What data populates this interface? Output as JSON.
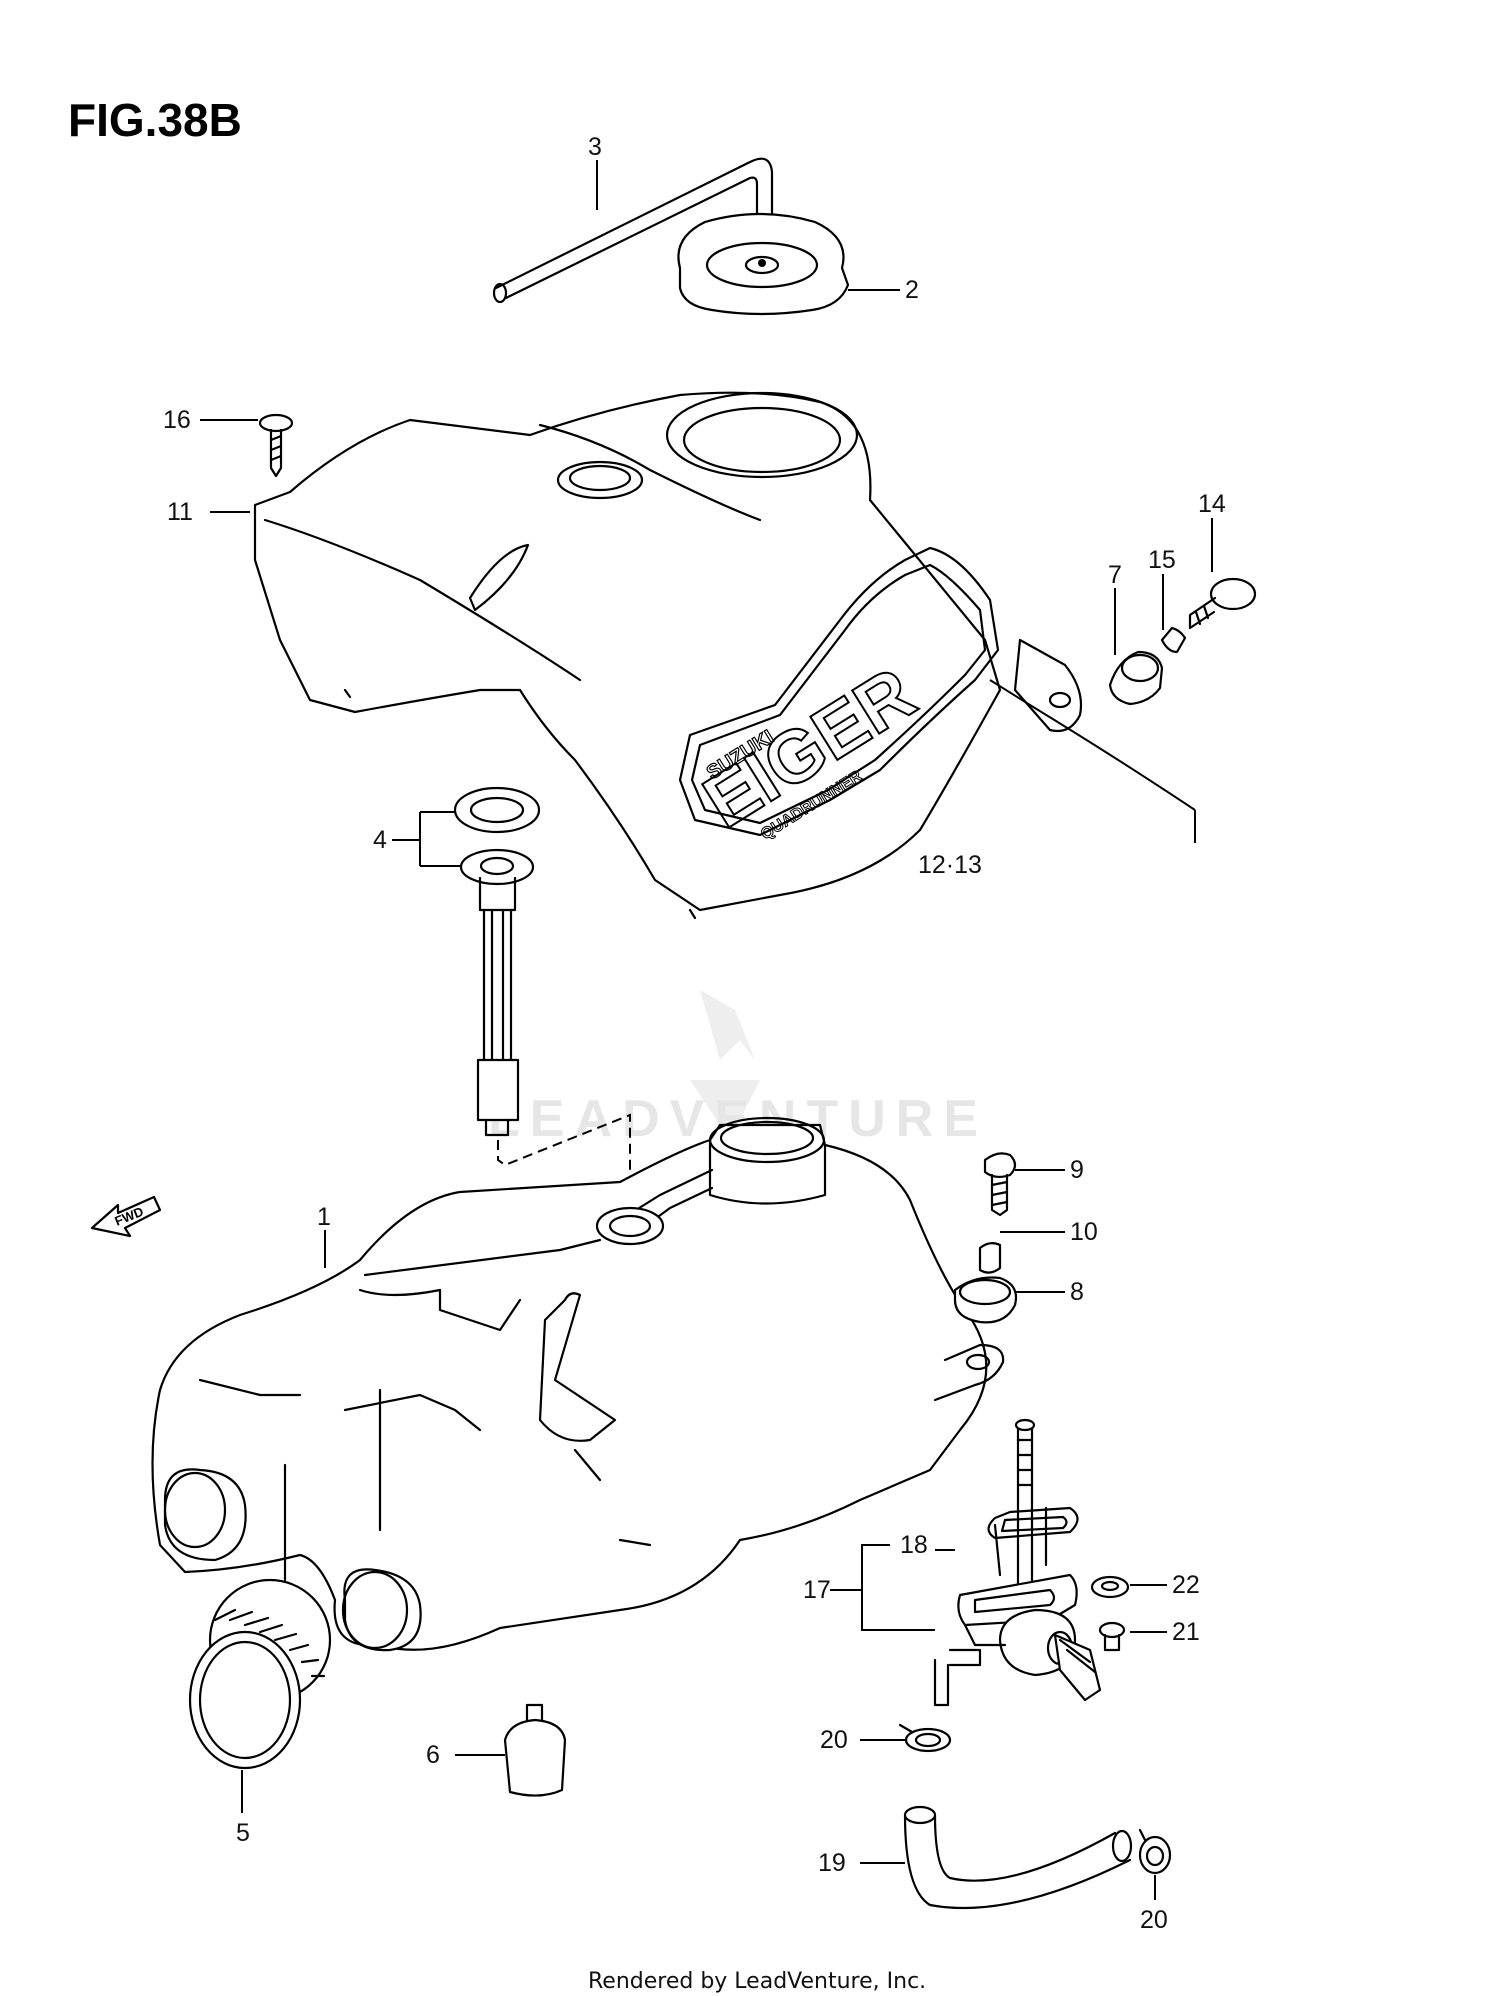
{
  "figure": {
    "title": "FIG.38B"
  },
  "watermark": {
    "text": "LEADVENTURE"
  },
  "footer": {
    "text": "Rendered by LeadVenture, Inc."
  },
  "fwd_arrow": {
    "label": "FWD"
  },
  "decal": {
    "brand": "SUZUKI",
    "model": "EIGER",
    "sub": "QUADRUNNER"
  },
  "callouts": {
    "c1": "1",
    "c2": "2",
    "c3": "3",
    "c4": "4",
    "c5": "5",
    "c6": "6",
    "c7": "7",
    "c8": "8",
    "c9": "9",
    "c10": "10",
    "c11": "11",
    "c12_13": "12·13",
    "c14": "14",
    "c15": "15",
    "c16": "16",
    "c17": "17",
    "c18": "18",
    "c19": "19",
    "c20a": "20",
    "c20b": "20",
    "c21": "21",
    "c22": "22"
  },
  "colors": {
    "line": "#000000",
    "background": "#ffffff",
    "watermark": "#e6e6e6"
  }
}
